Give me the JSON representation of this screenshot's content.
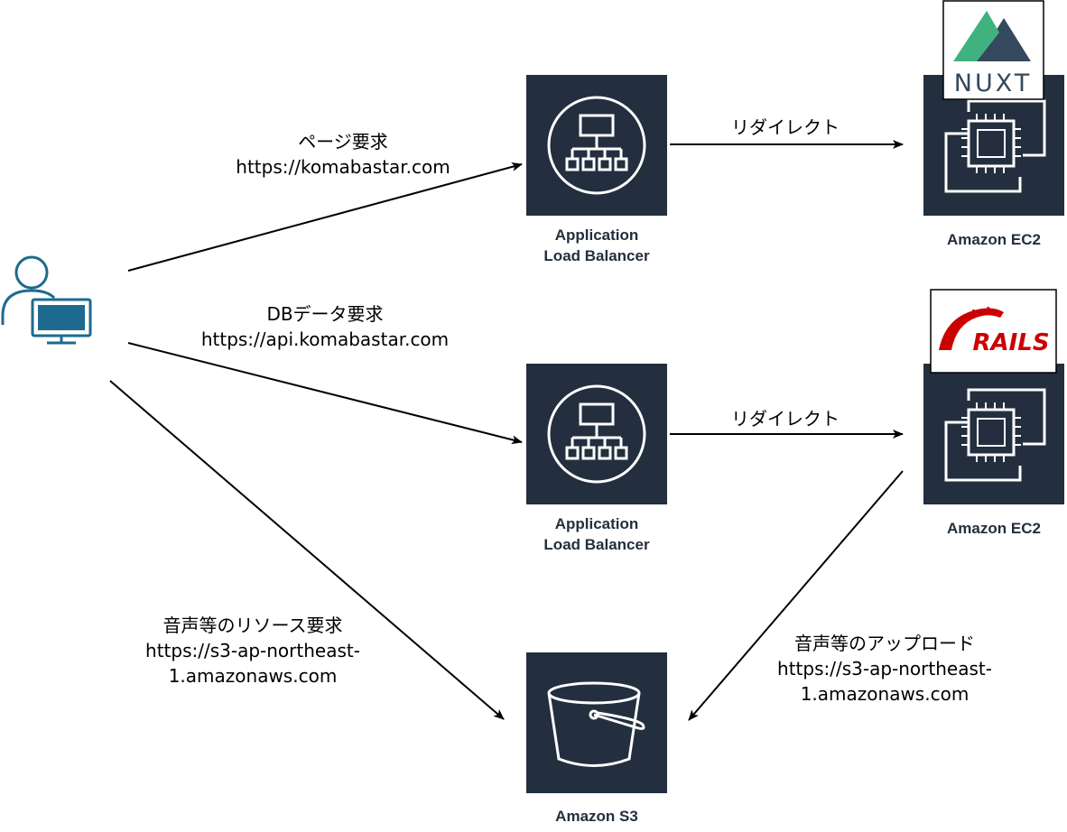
{
  "nodes": {
    "alb1": {
      "label_line1": "Application",
      "label_line2": "Load Balancer"
    },
    "alb2": {
      "label_line1": "Application",
      "label_line2": "Load Balancer"
    },
    "ec2_nuxt": {
      "label": "Amazon EC2",
      "logo_text": "NUXT"
    },
    "ec2_rails": {
      "label": "Amazon EC2",
      "logo_text": "RAILS"
    },
    "s3": {
      "label": "Amazon S3"
    }
  },
  "edges": {
    "page_request": {
      "line1": "ページ要求",
      "line2": "https://komabastar.com"
    },
    "db_request": {
      "line1": "DBデータ要求",
      "line2": "https://api.komabastar.com"
    },
    "redirect1": {
      "label": "リダイレクト"
    },
    "redirect2": {
      "label": "リダイレクト"
    },
    "resource_request": {
      "line1": "音声等のリソース要求",
      "line2": "https://s3-ap-northeast-",
      "line3": "1.amazonaws.com"
    },
    "upload": {
      "line1": "音声等のアップロード",
      "line2": "https://s3-ap-northeast-",
      "line3": "1.amazonaws.com"
    }
  },
  "colors": {
    "aws_dark": "#232f3e",
    "user_blue": "#1d6a8e",
    "nuxt_green": "#3fb27f",
    "nuxt_dark": "#35495e",
    "rails_red": "#cc0000"
  },
  "icons": {
    "user": "user-computer-icon",
    "alb": "load-balancer-icon",
    "ec2": "ec2-chip-icon",
    "s3": "s3-bucket-icon"
  }
}
